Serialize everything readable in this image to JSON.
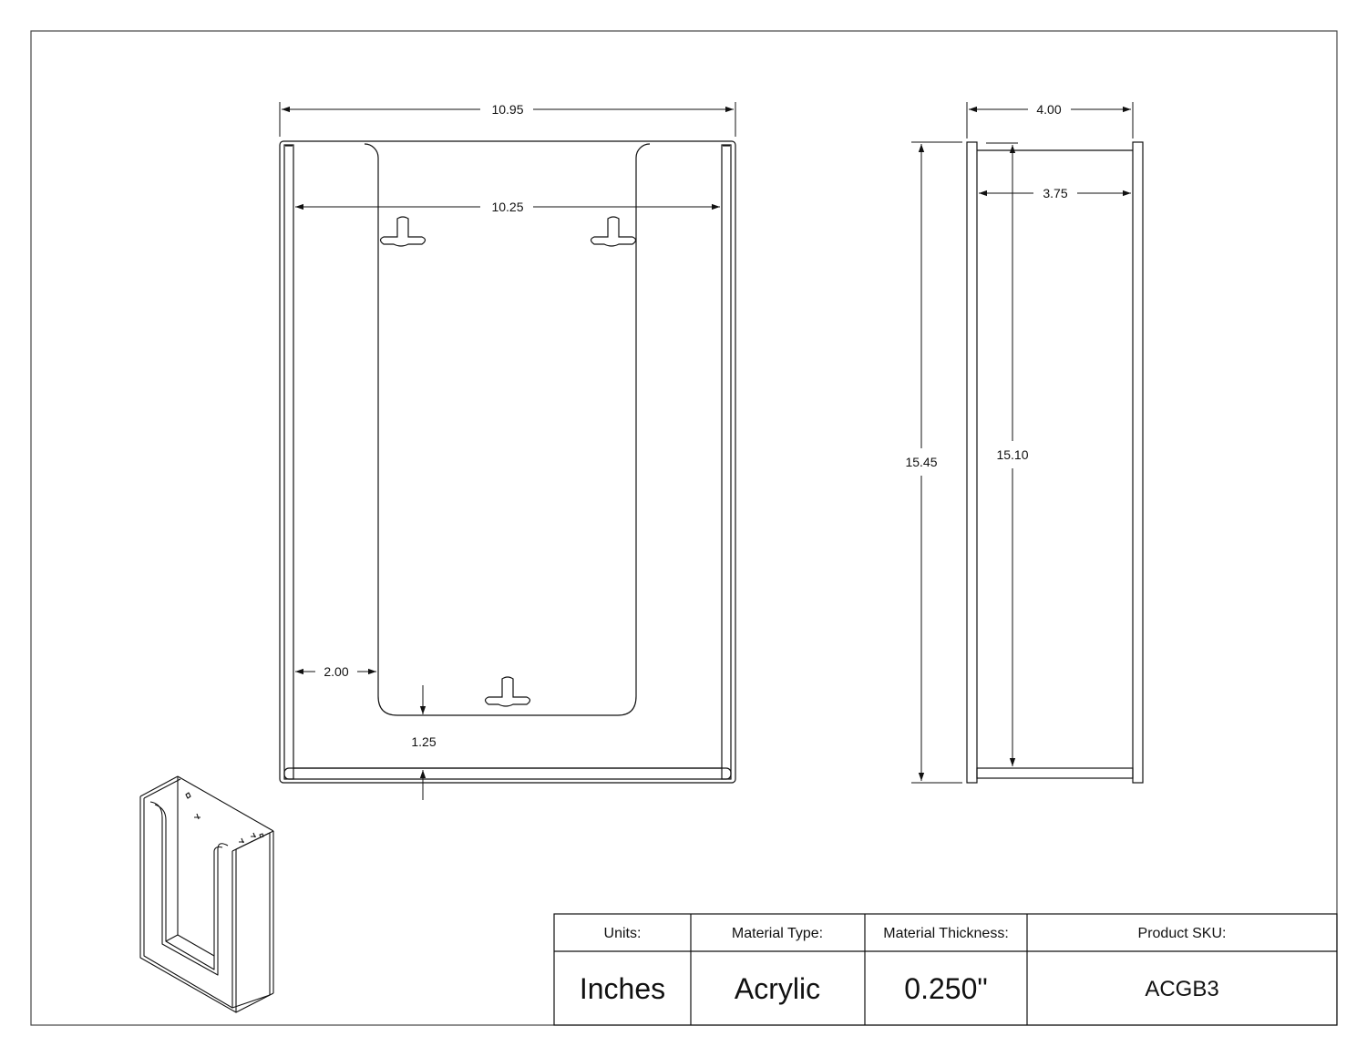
{
  "dimensions": {
    "overall_width": "10.95",
    "inner_width": "10.25",
    "side_margin": "2.00",
    "bottom_gap": "1.25",
    "depth_outer": "4.00",
    "depth_inner": "3.75",
    "height_outer": "15.45",
    "height_inner": "15.10"
  },
  "title_block": {
    "units_label": "Units:",
    "units_value": "Inches",
    "material_label": "Material Type:",
    "material_value": "Acrylic",
    "thickness_label": "Material Thickness:",
    "thickness_value": "0.250\"",
    "sku_label": "Product SKU:",
    "sku_value": "ACGB3"
  }
}
